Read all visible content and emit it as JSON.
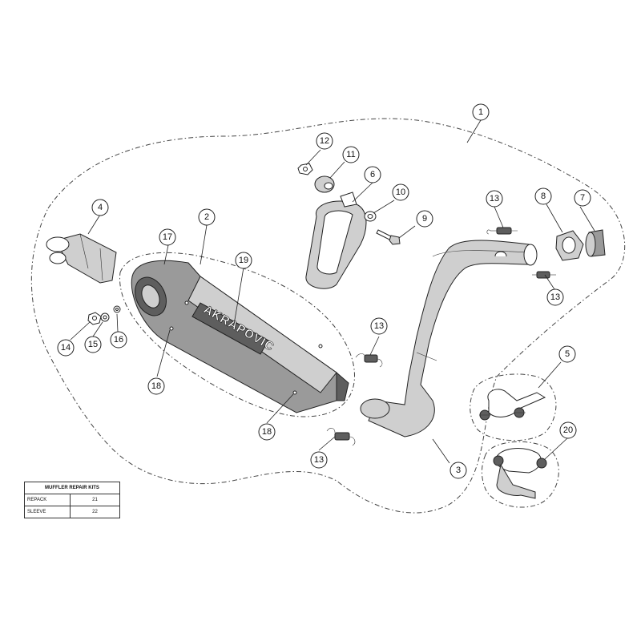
{
  "diagram": {
    "callouts": [
      "1",
      "2",
      "3",
      "4",
      "5",
      "6",
      "7",
      "8",
      "9",
      "10",
      "11",
      "12",
      "13",
      "13",
      "13",
      "13",
      "14",
      "15",
      "16",
      "17",
      "18",
      "18",
      "19",
      "20"
    ],
    "logo_text": "AKRAPOVIC"
  },
  "repair_kits": {
    "title": "MUFFLER REPAIR KITS",
    "rows": [
      {
        "name": "REPACK",
        "value": "21"
      },
      {
        "name": "SLEEVE",
        "value": "22"
      }
    ]
  }
}
